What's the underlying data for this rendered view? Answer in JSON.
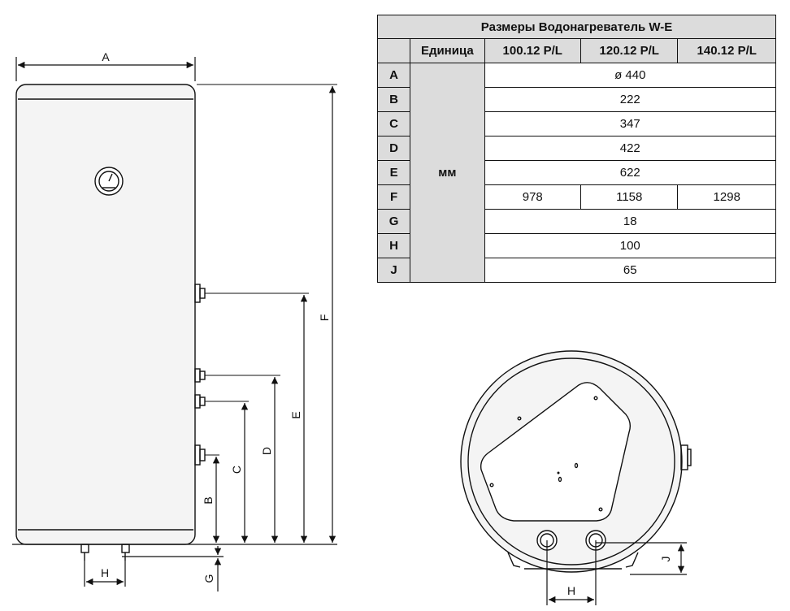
{
  "table": {
    "title": "Размеры Водонагреватель W-E",
    "unit_header": "Единица",
    "models": [
      "100.12 P/L",
      "120.12 P/L",
      "140.12 P/L"
    ],
    "unit": "мм",
    "rows": [
      {
        "key": "A",
        "value": "ø 440"
      },
      {
        "key": "B",
        "value": "222"
      },
      {
        "key": "C",
        "value": "347"
      },
      {
        "key": "D",
        "value": "422"
      },
      {
        "key": "E",
        "value": "622"
      },
      {
        "key": "F",
        "values": [
          "978",
          "1158",
          "1298"
        ]
      },
      {
        "key": "G",
        "value": "18"
      },
      {
        "key": "H",
        "value": "100"
      },
      {
        "key": "J",
        "value": "65"
      }
    ]
  },
  "side_view": {
    "labels": {
      "A": "A",
      "B": "B",
      "C": "C",
      "D": "D",
      "E": "E",
      "F": "F",
      "G": "G",
      "H": "H"
    }
  },
  "bottom_view": {
    "labels": {
      "H": "H",
      "J": "J"
    }
  }
}
